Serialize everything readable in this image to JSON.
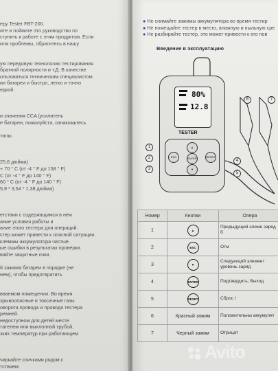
{
  "left_page": {
    "lines": [
      "еру Tester FBT-200.",
      "ите и поймите это руководство по",
      "ступить к работе с этим продуктом. Если",
      "или проблемы, обратитесь в нашу",
      "",
      "",
      "ую передовую технологию тестирования",
      "братной полярности и т.Д. В качестве",
      "ользоваться техническим специалистом",
      "ии батареи и быстро, легко и точно",
      "едкой.",
      "",
      "",
      "",
      "и значения CCA (усилитель",
      "е батареи, пожалуйста, ознакомьтесь",
      "",
      "тилы.",
      "",
      "",
      "",
      "25,6 дюйма)",
      "+ 70 ° C (от -4 ° F до 158 ° F)",
      "С (от -4 ° F до 140 ° F)",
      "60 ° C (от -4 ° F до 140 ° F)",
      "5,9 * 3,54 * 1,38 дюйма)",
      "",
      "",
      "",
      "етствии с содержащимся в нем",
      "ание условия работы и",
      "ание этого тестера для операций.",
      "стер может привести к опасной ситуации.",
      "клеммы аккумулятора чистые.",
      "ые ошибки в результатах проверки.",
      "вайте защитные очки.",
      "",
      "й зажима батареи в порядке (не",
      "нем), чтобы предотвратить",
      "",
      "",
      "вваемом помещении. Во время",
      "зрывоопасные и токсичные газы.",
      "оворота провода и провода тестера",
      "ремней.",
      "недоступном для детей месте.",
      "тателем или выхлопной трубой,",
      "зких температур при работающем",
      "",
      "",
      "",
      "чиркайте спичками рядом с",
      "тствием."
    ]
  },
  "right_page": {
    "warnings": [
      "Не снимайте зажимы аккумулятора во время тестир",
      "Не помещайте тестер в место, влажную и пыльную сре",
      "Не разбирайте тестер, это может привести к его пов"
    ],
    "section_title": "Введение в эксплуатацию",
    "device": {
      "lcd_top": "80%",
      "lcd_bottom": "12.8",
      "brand": "TESTER",
      "buttons": [
        "▲",
        "ESC",
        "ENTER",
        "▼",
        "RESET"
      ],
      "callouts": [
        "1",
        "2",
        "3",
        "4",
        "5",
        "6",
        "7"
      ]
    },
    "table": {
      "headers": [
        "Номер",
        "Кнопки",
        "Опера"
      ],
      "rows": [
        {
          "num": "1",
          "icon": "▲",
          "desc": "Предыдущий элеме заряд б"
        },
        {
          "num": "2",
          "icon": "ESC",
          "desc": "Отм"
        },
        {
          "num": "3",
          "icon": "▼",
          "desc": "Следующий элемент уровень заряд"
        },
        {
          "num": "4",
          "icon": "ENTER",
          "desc": "Подтвердить; Выход"
        },
        {
          "num": "5",
          "icon": "RESET",
          "desc": "Сброс /"
        },
        {
          "num": "6",
          "icon": "Красный зажим",
          "desc": "Положительны аккумулят"
        },
        {
          "num": "7",
          "icon": "Черный зажим",
          "desc": "Отрицат"
        }
      ]
    }
  },
  "watermark": {
    "text": "Avito"
  }
}
